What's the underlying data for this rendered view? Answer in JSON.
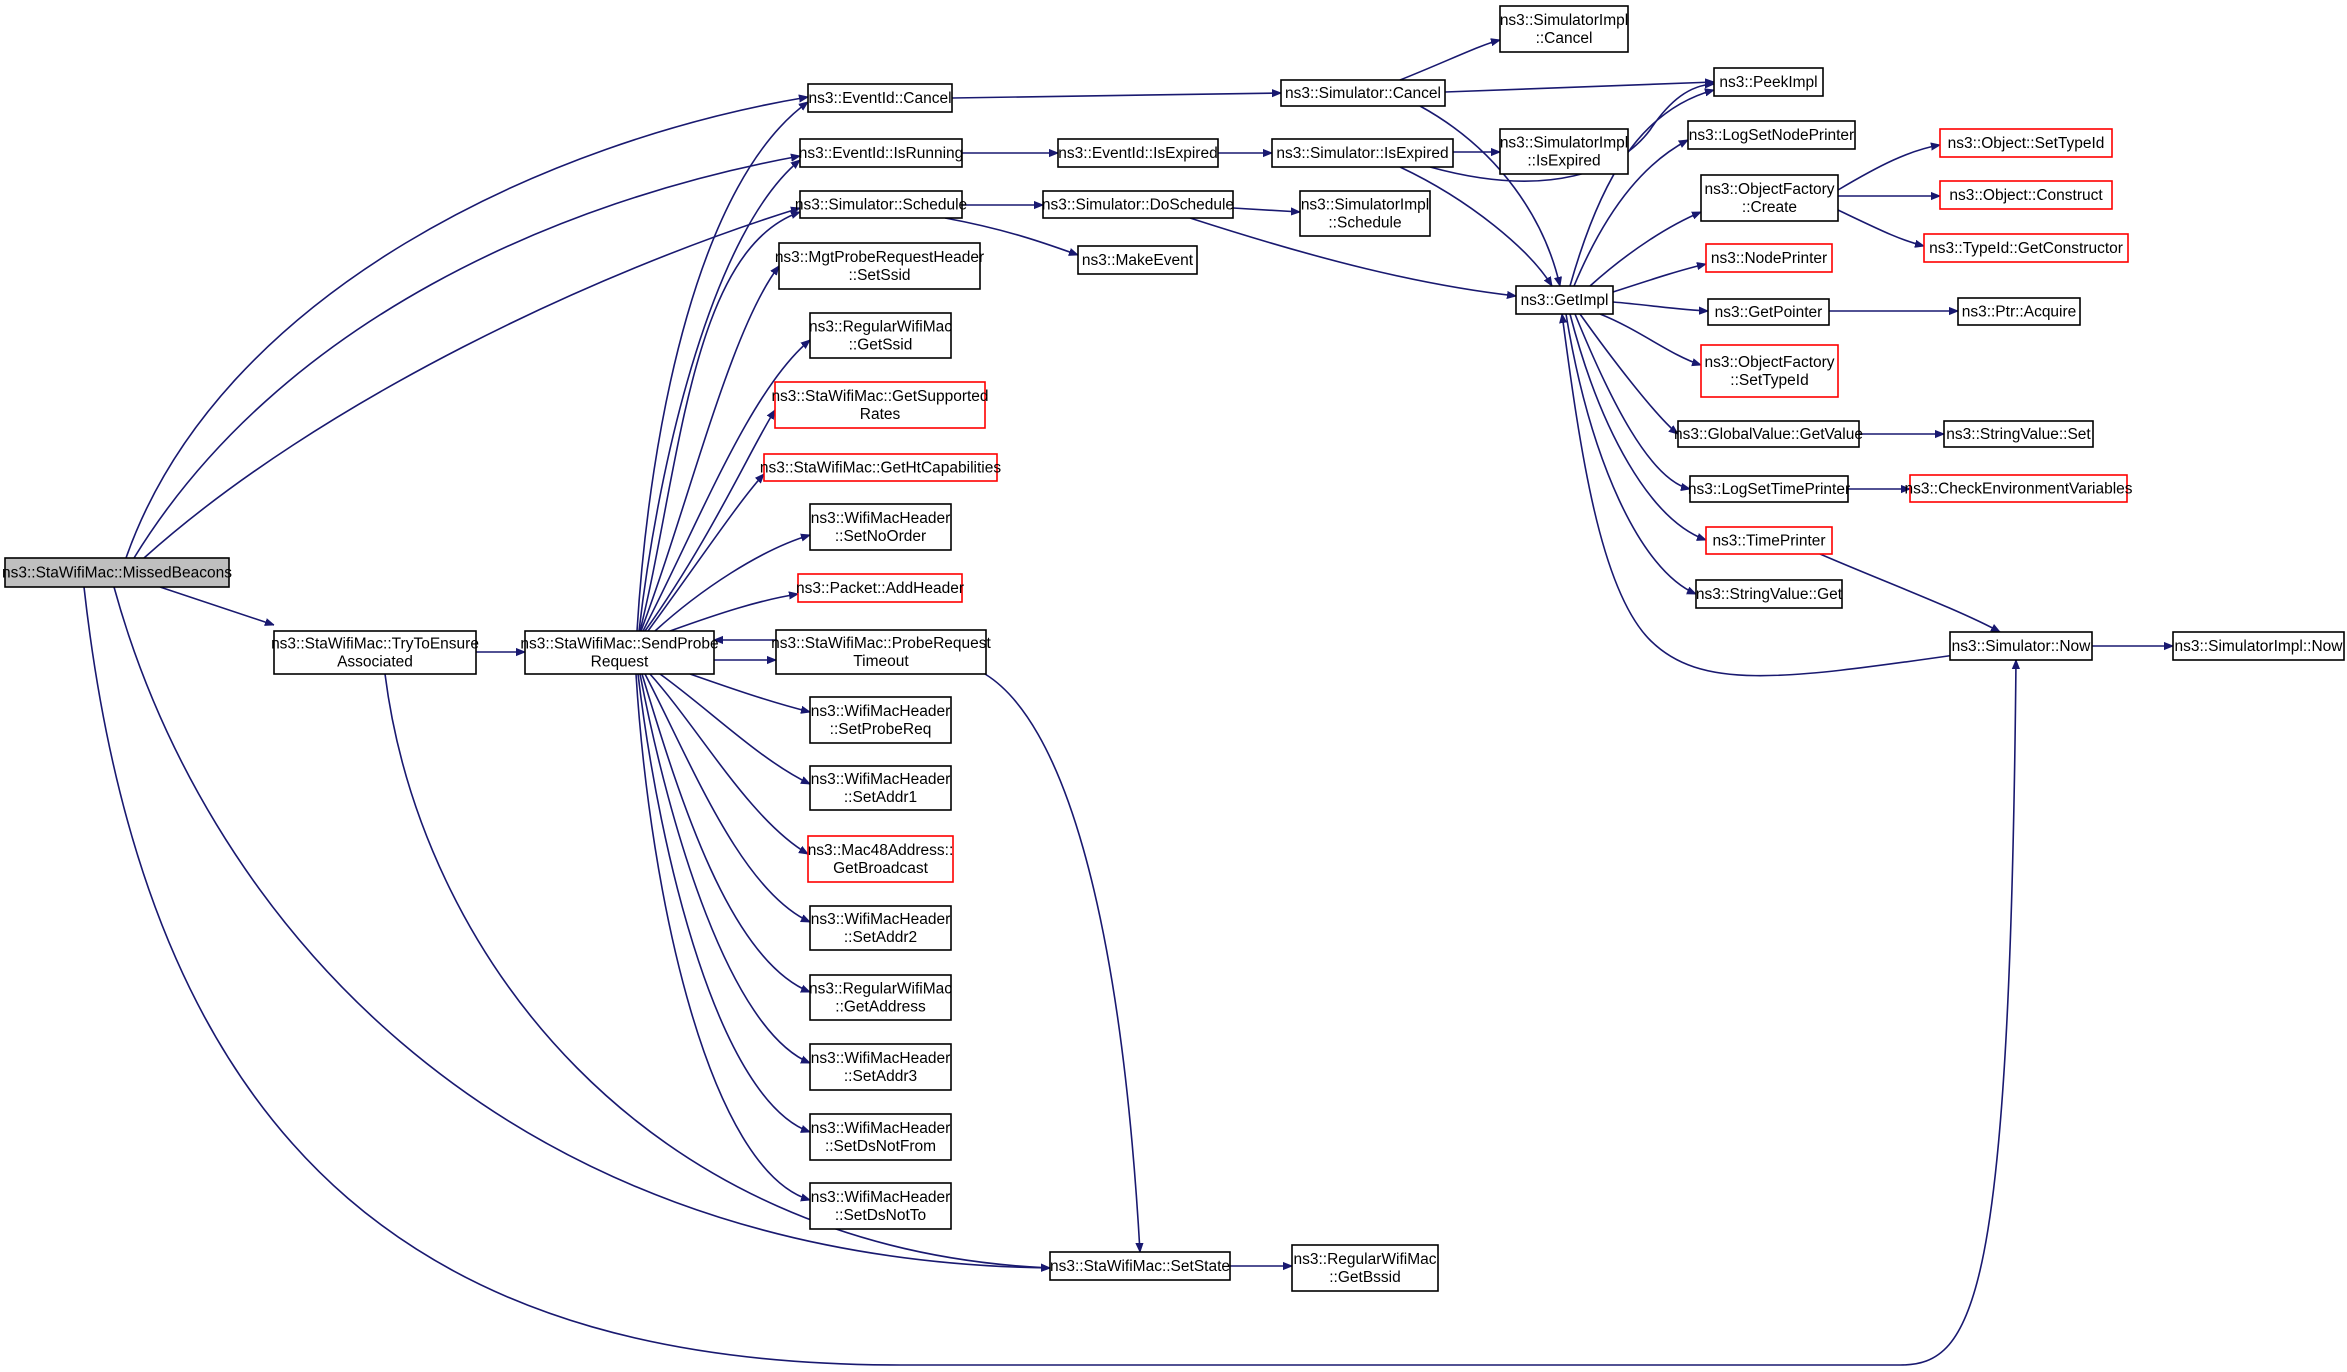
{
  "graph": {
    "title": "",
    "colors": {
      "edge": "#191970",
      "highlight_border": "#ff0000",
      "root_fill": "#bfbfbf"
    },
    "nodes": [
      {
        "id": "missed",
        "lines": [
          "ns3::StaWifiMac::MissedBeacons"
        ],
        "root": true
      },
      {
        "id": "try",
        "lines": [
          "ns3::StaWifiMac::TryToEnsure",
          "Associated"
        ]
      },
      {
        "id": "sendprobe",
        "lines": [
          "ns3::StaWifiMac::SendProbe",
          "Request"
        ]
      },
      {
        "id": "cancel",
        "lines": [
          "ns3::EventId::Cancel"
        ]
      },
      {
        "id": "isrunning",
        "lines": [
          "ns3::EventId::IsRunning"
        ]
      },
      {
        "id": "schedule",
        "lines": [
          "ns3::Simulator::Schedule"
        ]
      },
      {
        "id": "setssid",
        "lines": [
          "ns3::MgtProbeRequestHeader",
          "::SetSsid"
        ]
      },
      {
        "id": "getssid",
        "lines": [
          "ns3::RegularWifiMac",
          "::GetSsid"
        ]
      },
      {
        "id": "getsupported",
        "lines": [
          "ns3::StaWifiMac::GetSupported",
          "Rates"
        ],
        "red": true
      },
      {
        "id": "getht",
        "lines": [
          "ns3::StaWifiMac::GetHtCapabilities"
        ],
        "red": true
      },
      {
        "id": "setnoorder",
        "lines": [
          "ns3::WifiMacHeader",
          "::SetNoOrder"
        ]
      },
      {
        "id": "addheader",
        "lines": [
          "ns3::Packet::AddHeader"
        ],
        "red": true
      },
      {
        "id": "probetimeout",
        "lines": [
          "ns3::StaWifiMac::ProbeRequest",
          "Timeout"
        ]
      },
      {
        "id": "setprobereq",
        "lines": [
          "ns3::WifiMacHeader",
          "::SetProbeReq"
        ]
      },
      {
        "id": "setaddr1",
        "lines": [
          "ns3::WifiMacHeader",
          "::SetAddr1"
        ]
      },
      {
        "id": "getbroadcast",
        "lines": [
          "ns3::Mac48Address::",
          "GetBroadcast"
        ],
        "red": true
      },
      {
        "id": "setaddr2",
        "lines": [
          "ns3::WifiMacHeader",
          "::SetAddr2"
        ]
      },
      {
        "id": "getaddress",
        "lines": [
          "ns3::RegularWifiMac",
          "::GetAddress"
        ]
      },
      {
        "id": "setaddr3",
        "lines": [
          "ns3::WifiMacHeader",
          "::SetAddr3"
        ]
      },
      {
        "id": "setdsnotfrom",
        "lines": [
          "ns3::WifiMacHeader",
          "::SetDsNotFrom"
        ]
      },
      {
        "id": "setdsnotto",
        "lines": [
          "ns3::WifiMacHeader",
          "::SetDsNotTo"
        ]
      },
      {
        "id": "setstate",
        "lines": [
          "ns3::StaWifiMac::SetState"
        ]
      },
      {
        "id": "getbssid",
        "lines": [
          "ns3::RegularWifiMac",
          "::GetBssid"
        ]
      },
      {
        "id": "simcancel",
        "lines": [
          "ns3::Simulator::Cancel"
        ]
      },
      {
        "id": "isexpired",
        "lines": [
          "ns3::EventId::IsExpired"
        ]
      },
      {
        "id": "simisexpired",
        "lines": [
          "ns3::Simulator::IsExpired"
        ]
      },
      {
        "id": "doschedule",
        "lines": [
          "ns3::Simulator::DoSchedule"
        ]
      },
      {
        "id": "makeevent",
        "lines": [
          "ns3::MakeEvent"
        ]
      },
      {
        "id": "implcancel",
        "lines": [
          "ns3::SimulatorImpl",
          "::Cancel"
        ]
      },
      {
        "id": "implisexpired",
        "lines": [
          "ns3::SimulatorImpl",
          "::IsExpired"
        ]
      },
      {
        "id": "implschedule",
        "lines": [
          "ns3::SimulatorImpl",
          "::Schedule"
        ]
      },
      {
        "id": "getimpl",
        "lines": [
          "ns3::GetImpl"
        ]
      },
      {
        "id": "peekimpl",
        "lines": [
          "ns3::PeekImpl"
        ]
      },
      {
        "id": "logsetnode",
        "lines": [
          "ns3::LogSetNodePrinter"
        ]
      },
      {
        "id": "objfactcreate",
        "lines": [
          "ns3::ObjectFactory",
          "::Create"
        ]
      },
      {
        "id": "nodeprinter",
        "lines": [
          "ns3::NodePrinter"
        ],
        "red": true
      },
      {
        "id": "getpointer",
        "lines": [
          "ns3::GetPointer"
        ]
      },
      {
        "id": "objfactsettype",
        "lines": [
          "ns3::ObjectFactory",
          "::SetTypeId"
        ],
        "red": true
      },
      {
        "id": "globalget",
        "lines": [
          "ns3::GlobalValue::GetValue"
        ]
      },
      {
        "id": "logsettime",
        "lines": [
          "ns3::LogSetTimePrinter"
        ]
      },
      {
        "id": "timeprinter",
        "lines": [
          "ns3::TimePrinter"
        ],
        "red": true
      },
      {
        "id": "stringget",
        "lines": [
          "ns3::StringValue::Get"
        ]
      },
      {
        "id": "objsettype",
        "lines": [
          "ns3::Object::SetTypeId"
        ],
        "red": true
      },
      {
        "id": "objconstruct",
        "lines": [
          "ns3::Object::Construct"
        ],
        "red": true
      },
      {
        "id": "typeidgetctor",
        "lines": [
          "ns3::TypeId::GetConstructor"
        ],
        "red": true
      },
      {
        "id": "ptracquire",
        "lines": [
          "ns3::Ptr::Acquire"
        ]
      },
      {
        "id": "stringset",
        "lines": [
          "ns3::StringValue::Set"
        ]
      },
      {
        "id": "checkenv",
        "lines": [
          "ns3::CheckEnvironmentVariables"
        ],
        "red": true
      },
      {
        "id": "simnow",
        "lines": [
          "ns3::Simulator::Now"
        ]
      },
      {
        "id": "implnow",
        "lines": [
          "ns3::SimulatorImpl::Now"
        ]
      }
    ],
    "edges": [
      [
        "missed",
        "cancel"
      ],
      [
        "missed",
        "isrunning"
      ],
      [
        "missed",
        "schedule"
      ],
      [
        "missed",
        "try"
      ],
      [
        "missed",
        "setstate"
      ],
      [
        "missed",
        "simnow"
      ],
      [
        "try",
        "sendprobe"
      ],
      [
        "try",
        "setstate"
      ],
      [
        "sendprobe",
        "cancel"
      ],
      [
        "sendprobe",
        "isrunning"
      ],
      [
        "sendprobe",
        "schedule"
      ],
      [
        "sendprobe",
        "setssid"
      ],
      [
        "sendprobe",
        "getssid"
      ],
      [
        "sendprobe",
        "getsupported"
      ],
      [
        "sendprobe",
        "getht"
      ],
      [
        "sendprobe",
        "setnoorder"
      ],
      [
        "sendprobe",
        "addheader"
      ],
      [
        "sendprobe",
        "probetimeout"
      ],
      [
        "sendprobe",
        "setprobereq"
      ],
      [
        "sendprobe",
        "setaddr1"
      ],
      [
        "sendprobe",
        "getbroadcast"
      ],
      [
        "sendprobe",
        "setaddr2"
      ],
      [
        "sendprobe",
        "getaddress"
      ],
      [
        "sendprobe",
        "setaddr3"
      ],
      [
        "sendprobe",
        "setdsnotfrom"
      ],
      [
        "sendprobe",
        "setdsnotto"
      ],
      [
        "probetimeout",
        "sendprobe"
      ],
      [
        "probetimeout",
        "setstate"
      ],
      [
        "setstate",
        "getbssid"
      ],
      [
        "cancel",
        "simcancel"
      ],
      [
        "isrunning",
        "isexpired"
      ],
      [
        "isexpired",
        "simisexpired"
      ],
      [
        "schedule",
        "doschedule"
      ],
      [
        "schedule",
        "makeevent"
      ],
      [
        "simcancel",
        "implcancel"
      ],
      [
        "simcancel",
        "peekimpl"
      ],
      [
        "simcancel",
        "getimpl"
      ],
      [
        "simisexpired",
        "implisexpired"
      ],
      [
        "simisexpired",
        "getimpl"
      ],
      [
        "simisexpired",
        "peekimpl"
      ],
      [
        "doschedule",
        "implschedule"
      ],
      [
        "doschedule",
        "getimpl"
      ],
      [
        "getimpl",
        "peekimpl"
      ],
      [
        "getimpl",
        "logsetnode"
      ],
      [
        "getimpl",
        "objfactcreate"
      ],
      [
        "getimpl",
        "nodeprinter"
      ],
      [
        "getimpl",
        "getpointer"
      ],
      [
        "getimpl",
        "objfactsettype"
      ],
      [
        "getimpl",
        "globalget"
      ],
      [
        "getimpl",
        "logsettime"
      ],
      [
        "getimpl",
        "timeprinter"
      ],
      [
        "getimpl",
        "stringget"
      ],
      [
        "objfactcreate",
        "objsettype"
      ],
      [
        "objfactcreate",
        "objconstruct"
      ],
      [
        "objfactcreate",
        "typeidgetctor"
      ],
      [
        "getpointer",
        "ptracquire"
      ],
      [
        "globalget",
        "stringset"
      ],
      [
        "logsettime",
        "checkenv"
      ],
      [
        "timeprinter",
        "simnow"
      ],
      [
        "simnow",
        "getimpl"
      ],
      [
        "simnow",
        "implnow"
      ]
    ]
  }
}
